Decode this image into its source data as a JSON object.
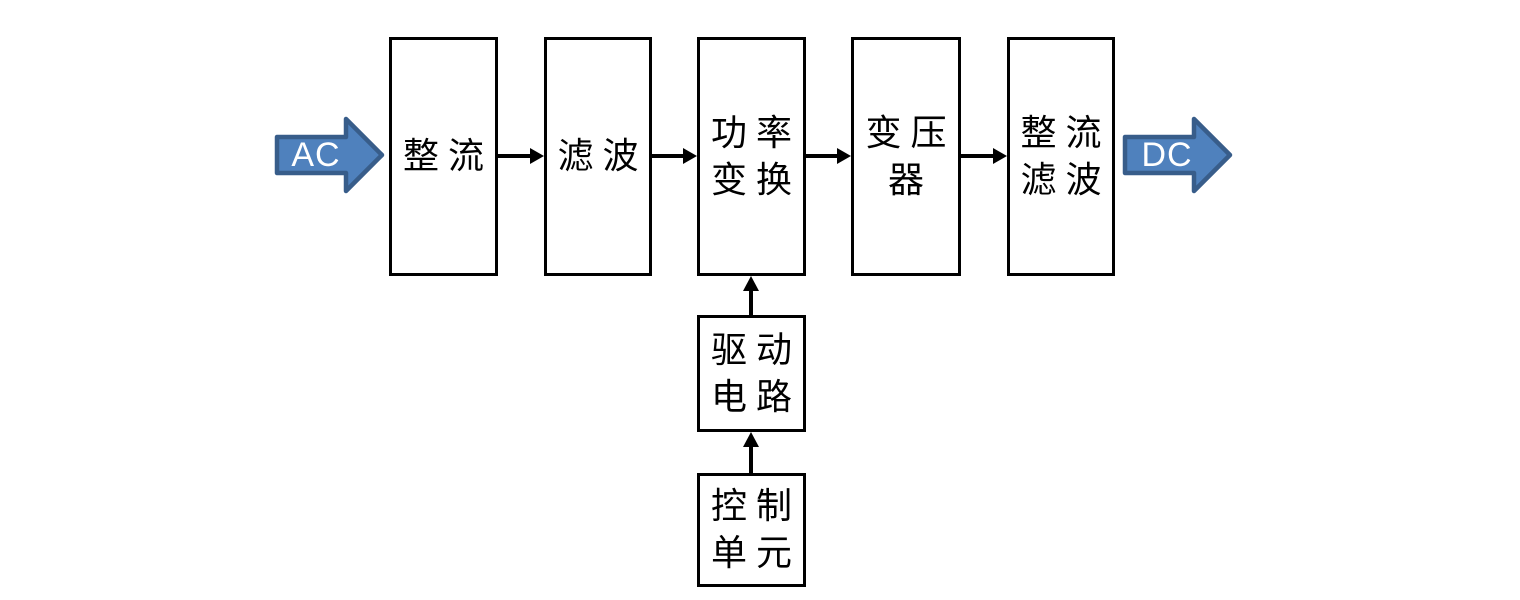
{
  "diagram": {
    "background": "#ffffff",
    "blocks": [
      {
        "id": "rectifier",
        "lines": [
          "整流"
        ]
      },
      {
        "id": "filter",
        "lines": [
          "滤波"
        ]
      },
      {
        "id": "power-conversion",
        "lines": [
          "功率",
          "变换"
        ]
      },
      {
        "id": "transformer",
        "lines": [
          "变压",
          "器"
        ]
      },
      {
        "id": "rectifier-filter",
        "lines": [
          "整流",
          "滤波"
        ]
      },
      {
        "id": "drive-circuit",
        "lines": [
          "驱动",
          "电路"
        ]
      },
      {
        "id": "control-unit",
        "lines": [
          "控制",
          "单元"
        ]
      }
    ],
    "io": {
      "input_label": "AC",
      "output_label": "DC"
    },
    "edges": [
      {
        "from": "AC",
        "to": "rectifier"
      },
      {
        "from": "rectifier",
        "to": "filter"
      },
      {
        "from": "filter",
        "to": "power-conversion"
      },
      {
        "from": "power-conversion",
        "to": "transformer"
      },
      {
        "from": "transformer",
        "to": "rectifier-filter"
      },
      {
        "from": "rectifier-filter",
        "to": "DC"
      },
      {
        "from": "control-unit",
        "to": "drive-circuit"
      },
      {
        "from": "drive-circuit",
        "to": "power-conversion"
      }
    ],
    "colors": {
      "block_arrow_fill": "#4F81BD",
      "block_arrow_border": "#385D8A",
      "connector": "#000000",
      "box_border": "#000000",
      "io_text": "#ffffff"
    }
  }
}
